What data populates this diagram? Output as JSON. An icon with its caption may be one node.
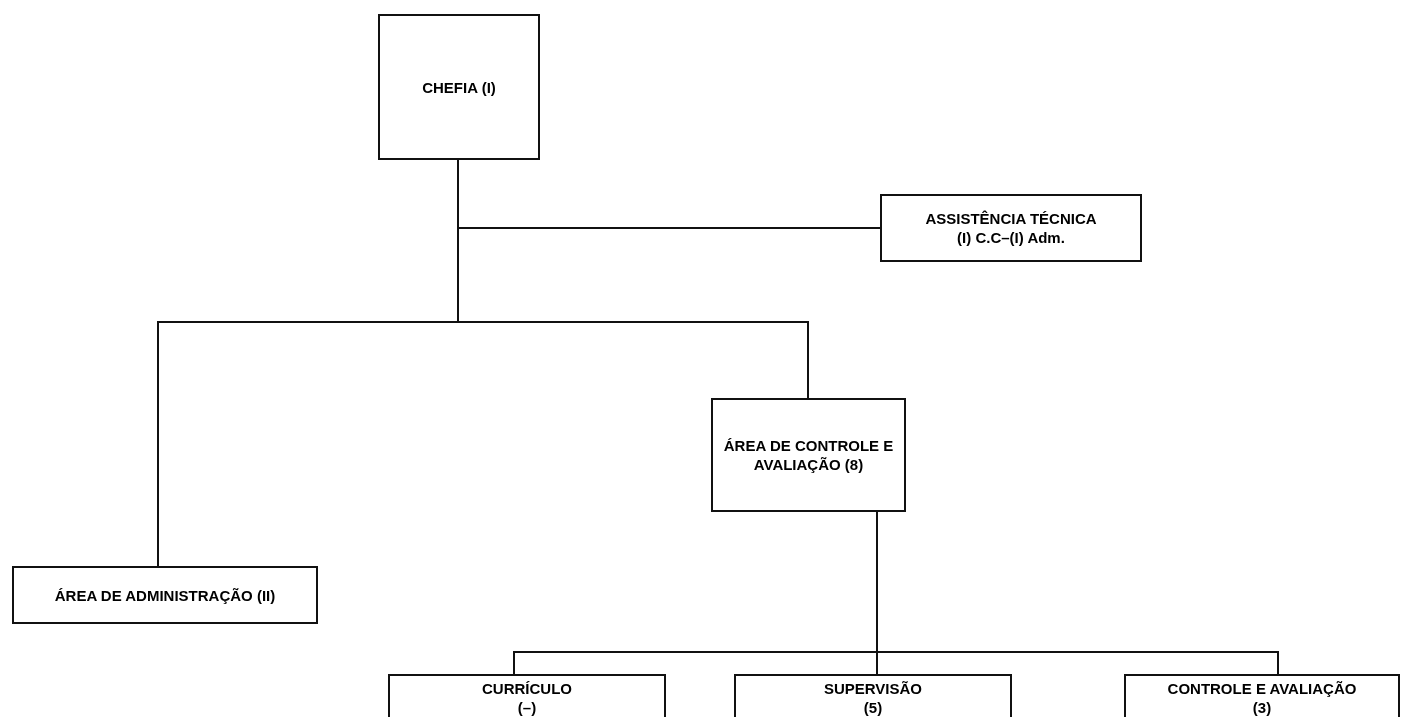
{
  "diagram": {
    "nodes": [
      {
        "text": [
          "CHEFIA (I)"
        ]
      },
      {
        "text": [
          "ASSISTÊNCIA TÉCNICA",
          "(I) C.C–(I) Adm."
        ]
      },
      {
        "text": [
          "ÁREA DE ADMINISTRAÇÃO (II)"
        ]
      },
      {
        "text": [
          "ÁREA DE CONTROLE E AVALIAÇÃO (8)"
        ]
      },
      {
        "text": [
          "CURRÍCULO",
          "(–)"
        ]
      },
      {
        "text": [
          "SUPERVISÃO (5)"
        ]
      },
      {
        "text": [
          "CONTROLE E AVALIAÇÃO (3)"
        ]
      }
    ],
    "edges": [
      {
        "from": 0,
        "to": 1,
        "arrow": "none"
      },
      {
        "from": 0,
        "to": 2,
        "arrow": "none"
      },
      {
        "from": 0,
        "to": 3,
        "arrow": "none"
      },
      {
        "from": 3,
        "to": 4,
        "arrow": "none"
      },
      {
        "from": 3,
        "to": 5,
        "arrow": "none"
      },
      {
        "from": 3,
        "to": 6,
        "arrow": "none"
      }
    ]
  }
}
